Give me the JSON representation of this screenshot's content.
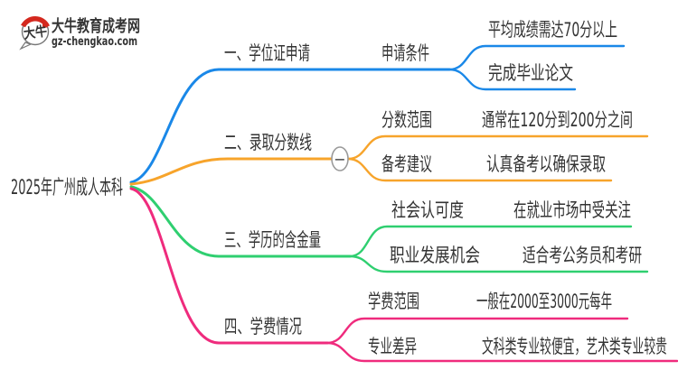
{
  "logo": {
    "mark_text": "大牛",
    "title": "大牛教育成考网",
    "domain": "gz-chengkao.com"
  },
  "root_label": "2025年广州成人本科",
  "collapse_button_glyph": "−",
  "colors": {
    "branch1": "#1a88e8",
    "branch2": "#f7a42b",
    "branch3": "#2fcf70",
    "branch4": "#ef2b7d",
    "text": "#333333",
    "logo_green": "#2e9a3d",
    "logo_red": "#d4281e"
  },
  "branches": [
    {
      "label": "一、学位证申请",
      "color": "#1a88e8",
      "children": [
        {
          "label": "申请条件",
          "leaves": [
            "平均成绩需达70分以上",
            "完成毕业论文"
          ]
        }
      ]
    },
    {
      "label": "二、录取分数线",
      "color": "#f7a42b",
      "children": [
        {
          "label": "分数范围",
          "leaves": [
            "通常在120分到200分之间"
          ]
        },
        {
          "label": "备考建议",
          "leaves": [
            "认真备考以确保录取"
          ]
        }
      ]
    },
    {
      "label": "三、学历的含金量",
      "color": "#2fcf70",
      "children": [
        {
          "label": "社会认可度",
          "leaves": [
            "在就业市场中受关注"
          ]
        },
        {
          "label": "职业发展机会",
          "leaves": [
            "适合考公务员和考研"
          ]
        }
      ]
    },
    {
      "label": "四、学费情况",
      "color": "#ef2b7d",
      "children": [
        {
          "label": "学费范围",
          "leaves": [
            "一般在2000至3000元每年"
          ]
        },
        {
          "label": "专业差异",
          "leaves": [
            "文科类专业较便宜，艺术类专业较贵"
          ]
        }
      ]
    }
  ]
}
